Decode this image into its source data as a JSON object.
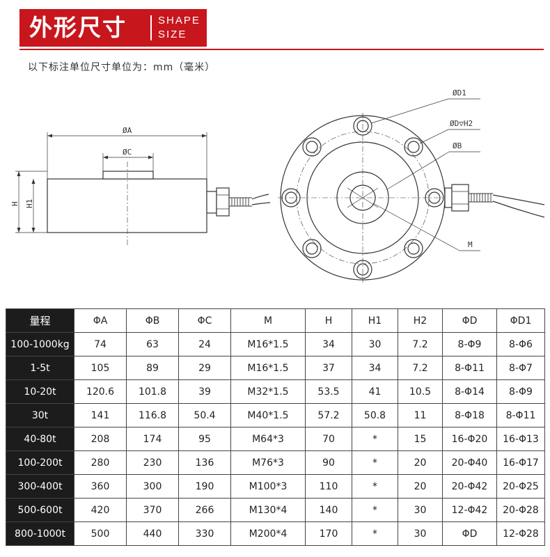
{
  "header": {
    "title_cn": "外形尺寸",
    "title_en_line1": "SHAPE",
    "title_en_line2": "SIZE"
  },
  "note": "以下标注单位尺寸单位为：mm（毫米）",
  "drawing": {
    "labels": {
      "phi_a": "ØA",
      "phi_c": "ØC",
      "h": "H",
      "h1": "H1",
      "phi_d1": "ØD1",
      "phi_d_h2": "ØD▽H2",
      "phi_b": "ØB",
      "m": "M"
    }
  },
  "table": {
    "headers": [
      "量程",
      "ΦA",
      "ΦB",
      "ΦC",
      "M",
      "H",
      "H1",
      "H2",
      "ΦD",
      "ΦD1"
    ],
    "rows": [
      [
        "100-1000kg",
        "74",
        "63",
        "24",
        "M16*1.5",
        "34",
        "30",
        "7.2",
        "8-Φ9",
        "8-Φ6"
      ],
      [
        "1-5t",
        "105",
        "89",
        "29",
        "M16*1.5",
        "37",
        "34",
        "7.2",
        "8-Φ11",
        "8-Φ7"
      ],
      [
        "10-20t",
        "120.6",
        "101.8",
        "39",
        "M32*1.5",
        "53.5",
        "41",
        "10.5",
        "8-Φ14",
        "8-Φ9"
      ],
      [
        "30t",
        "141",
        "116.8",
        "50.4",
        "M40*1.5",
        "57.2",
        "50.8",
        "11",
        "8-Φ18",
        "8-Φ11"
      ],
      [
        "40-80t",
        "208",
        "174",
        "95",
        "M64*3",
        "70",
        "*",
        "15",
        "16-Φ20",
        "16-Φ13"
      ],
      [
        "100-200t",
        "280",
        "230",
        "136",
        "M76*3",
        "90",
        "*",
        "20",
        "20-Φ40",
        "16-Φ17"
      ],
      [
        "300-400t",
        "360",
        "300",
        "190",
        "M100*3",
        "110",
        "*",
        "20",
        "20-Φ42",
        "20-Φ25"
      ],
      [
        "500-600t",
        "420",
        "370",
        "266",
        "M130*4",
        "140",
        "*",
        "30",
        "12-Φ42",
        "20-Φ28"
      ],
      [
        "800-1000t",
        "500",
        "440",
        "330",
        "M200*4",
        "170",
        "*",
        "30",
        "ΦD",
        "12-Φ28"
      ]
    ]
  }
}
